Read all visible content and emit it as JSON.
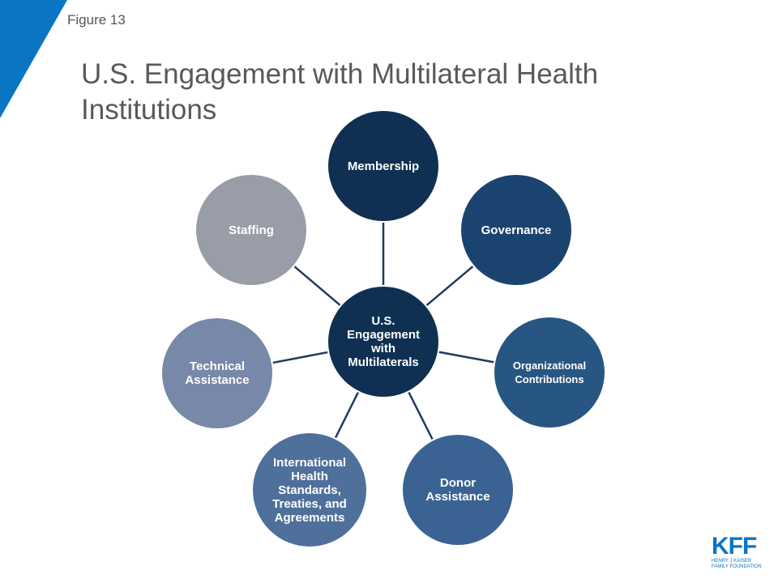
{
  "figure_label": "Figure 13",
  "title": "U.S. Engagement with Multilateral Health Institutions",
  "colors": {
    "accent": "#0a76c3",
    "line": "#1f3b5e"
  },
  "center": {
    "label": "U.S. Engagement with Multilaterals",
    "color": "#0f3053"
  },
  "nodes": [
    {
      "label": "Membership",
      "color": "#0f3053"
    },
    {
      "label": "Governance",
      "color": "#1a446f"
    },
    {
      "label": "Organizational Contributions",
      "color": "#285683"
    },
    {
      "label": "Donor Assistance",
      "color": "#3a6393"
    },
    {
      "label": "International Health Standards, Treaties, and Agreements",
      "color": "#4f709b"
    },
    {
      "label": "Technical Assistance",
      "color": "#7788a8"
    },
    {
      "label": "Staffing",
      "color": "#999da7"
    }
  ],
  "logo": {
    "mark": "KFF",
    "line1": "HENRY J KAISER",
    "line2": "FAMILY FOUNDATION"
  }
}
